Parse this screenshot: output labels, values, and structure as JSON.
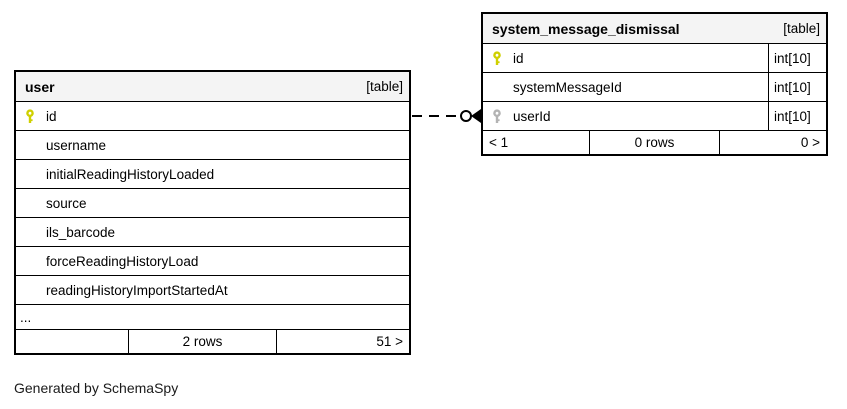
{
  "diagram": {
    "generator_note": "Generated by SchemaSpy",
    "colors": {
      "header_bg": "#f4f4f4",
      "border": "#000000",
      "primary_key": "#cfd000",
      "foreign_key": "#b3b3b3",
      "background": "#ffffff"
    }
  },
  "tables": [
    {
      "title": "user",
      "tag": "[table]",
      "columns": [
        {
          "name": "id",
          "key": "primary"
        },
        {
          "name": "username"
        },
        {
          "name": "initialReadingHistoryLoaded"
        },
        {
          "name": "source"
        },
        {
          "name": "ils_barcode"
        },
        {
          "name": "forceReadingHistoryLoad"
        },
        {
          "name": "readingHistoryImportStartedAt"
        }
      ],
      "ellipsis": "...",
      "footer": {
        "left": "",
        "center": "2 rows",
        "right": "51 >"
      }
    },
    {
      "title": "system_message_dismissal",
      "tag": "[table]",
      "columns": [
        {
          "name": "id",
          "type": "int[10]",
          "key": "primary"
        },
        {
          "name": "systemMessageId",
          "type": "int[10]"
        },
        {
          "name": "userId",
          "type": "int[10]",
          "key": "foreign"
        }
      ],
      "footer": {
        "left": "< 1",
        "center": "0 rows",
        "right": "0 >"
      }
    }
  ]
}
